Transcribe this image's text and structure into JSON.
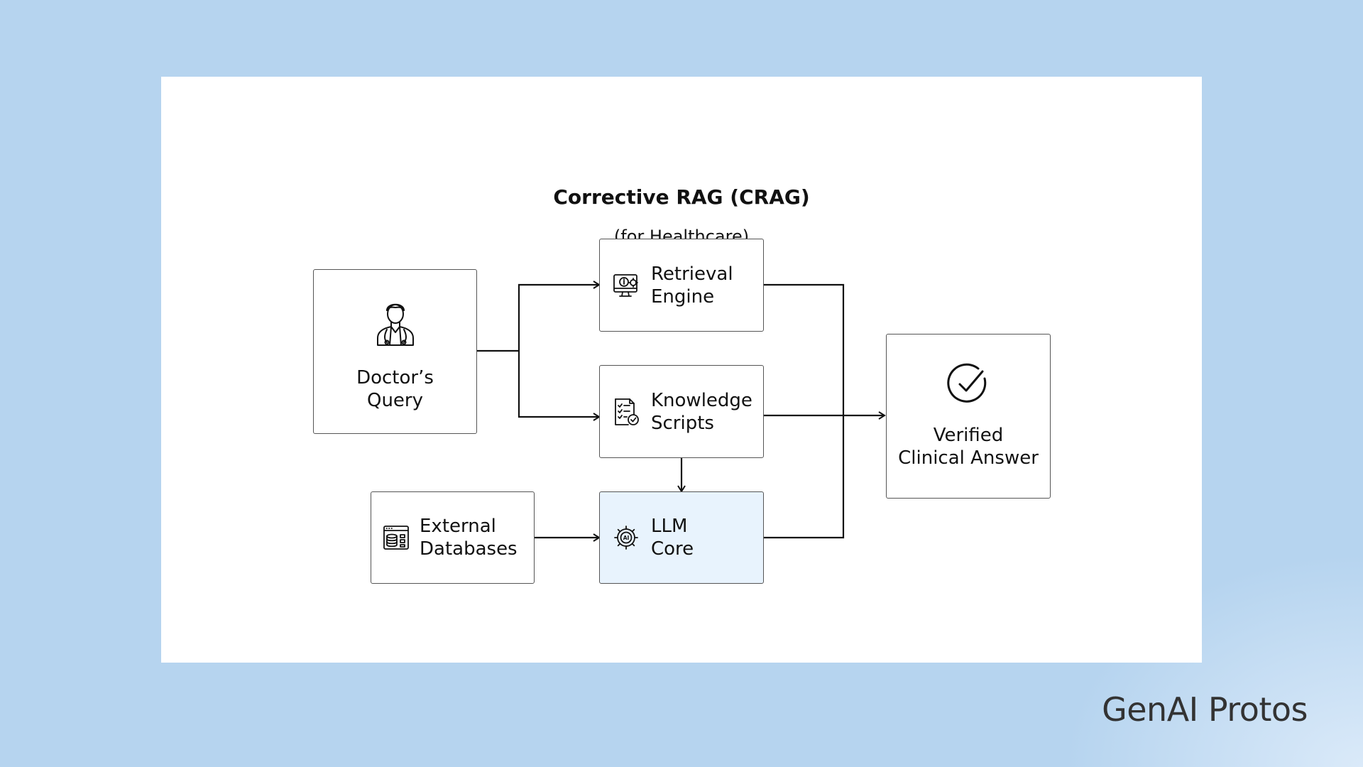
{
  "diagram": {
    "title": "Corrective RAG (CRAG)",
    "subtitle": "(for Healthcare)",
    "nodes": {
      "doctors_query": {
        "line1": "Doctor’s",
        "line2": "Query",
        "icon": "doctor-icon"
      },
      "retrieval_engine": {
        "line1": "Retrieval",
        "line2": "Engine",
        "icon": "monitor-settings-icon"
      },
      "knowledge_scripts": {
        "line1": "Knowledge",
        "line2": "Scripts",
        "icon": "checklist-document-icon"
      },
      "external_databases": {
        "line1": "External",
        "line2": "Databases",
        "icon": "database-window-icon"
      },
      "llm_core": {
        "line1": "LLM",
        "line2": "Core",
        "icon": "ai-gear-icon",
        "highlight_color": "#e8f3fd"
      },
      "verified_answer": {
        "line1": "Verified",
        "line2": "Clinical Answer",
        "icon": "check-circle-icon"
      }
    },
    "edges": [
      {
        "from": "doctors_query",
        "to": "retrieval_engine"
      },
      {
        "from": "doctors_query",
        "to": "knowledge_scripts"
      },
      {
        "from": "knowledge_scripts",
        "to": "llm_core"
      },
      {
        "from": "external_databases",
        "to": "llm_core"
      },
      {
        "from": "retrieval_engine",
        "to": "verified_answer"
      },
      {
        "from": "knowledge_scripts",
        "to": "verified_answer"
      },
      {
        "from": "llm_core",
        "to": "verified_answer"
      }
    ]
  },
  "brand": {
    "logo_text": "GenAI Protos"
  },
  "colors": {
    "background": "#b6d4ef",
    "card": "#ffffff",
    "line": "#111111",
    "node_border": "#555555"
  }
}
